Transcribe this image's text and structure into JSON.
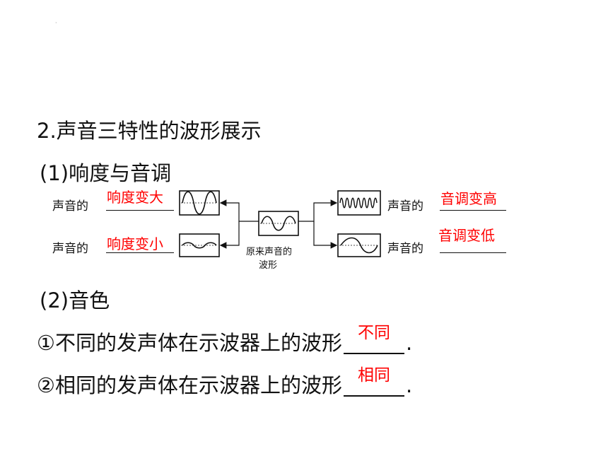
{
  "heading": "2.声音三特性的波形展示",
  "section1_title": "(1)响度与音调",
  "diagram": {
    "left_top_label": "声音的",
    "left_top_answer": "响度变大",
    "left_bottom_label": "声音的",
    "left_bottom_answer": "响度变小",
    "right_top_label": "声音的",
    "right_top_answer": "音调变高",
    "right_bottom_label": "声音的",
    "right_bottom_answer": "音调变低",
    "center_caption_line1": "原来声音的",
    "center_caption_line2": "波形"
  },
  "section2_title": "(2)音色",
  "item1": {
    "text": "①不同的发声体在示波器上的波形",
    "answer": "不同",
    "end": "."
  },
  "item2": {
    "text": "②相同的发声体在示波器上的波形",
    "answer": "相同",
    "end": "."
  },
  "colors": {
    "answer": "#ff0000",
    "text": "#111111"
  }
}
